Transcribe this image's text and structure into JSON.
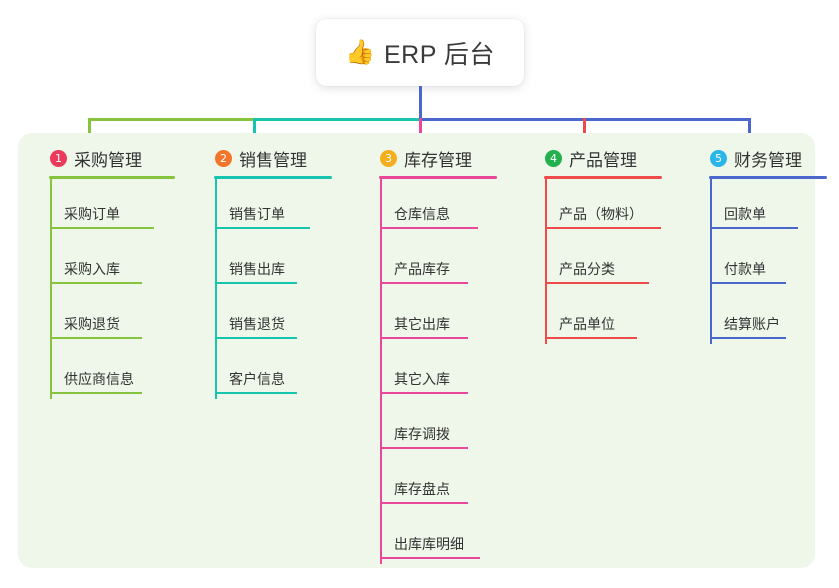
{
  "diagram": {
    "type": "mind-map",
    "root": {
      "icon": "thumbs-up-icon",
      "emoji": "👍",
      "label": "ERP 后台"
    },
    "columns": [
      {
        "number": "1",
        "badge_glyph": "❶",
        "badge_color": "#ec3a5b",
        "line_color": "#86c440",
        "title": "采购管理",
        "items": [
          {
            "label": "采购订单"
          },
          {
            "label": "采购入库"
          },
          {
            "label": "采购退货"
          },
          {
            "label": "供应商信息"
          }
        ]
      },
      {
        "number": "2",
        "badge_glyph": "❷",
        "badge_color": "#f2752a",
        "line_color": "#17c5ae",
        "title": "销售管理",
        "items": [
          {
            "label": "销售订单"
          },
          {
            "label": "销售出库"
          },
          {
            "label": "销售退货"
          },
          {
            "label": "客户信息"
          }
        ]
      },
      {
        "number": "3",
        "badge_glyph": "❸",
        "badge_color": "#f5ae1b",
        "line_color": "#e8479a",
        "title": "库存管理",
        "items": [
          {
            "label": "仓库信息"
          },
          {
            "label": "产品库存"
          },
          {
            "label": "其它出库"
          },
          {
            "label": "其它入库"
          },
          {
            "label": "库存调拨"
          },
          {
            "label": "库存盘点"
          },
          {
            "label": "出库库明细"
          }
        ]
      },
      {
        "number": "4",
        "badge_glyph": "❹",
        "badge_color": "#22b14c",
        "line_color": "#ef4b4b",
        "title": "产品管理",
        "items": [
          {
            "label": "产品（物料）"
          },
          {
            "label": "产品分类"
          },
          {
            "label": "产品单位"
          }
        ]
      },
      {
        "number": "5",
        "badge_glyph": "❺",
        "badge_color": "#29b6e8",
        "line_color": "#4a68cc",
        "title": "财务管理",
        "items": [
          {
            "label": "回款单"
          },
          {
            "label": "付款单"
          },
          {
            "label": "结算账户"
          }
        ]
      }
    ],
    "canvas": {
      "panel_color": "#eef7e9",
      "background_color": "#ffffff",
      "root_stem_color": "#4a68cc"
    }
  }
}
